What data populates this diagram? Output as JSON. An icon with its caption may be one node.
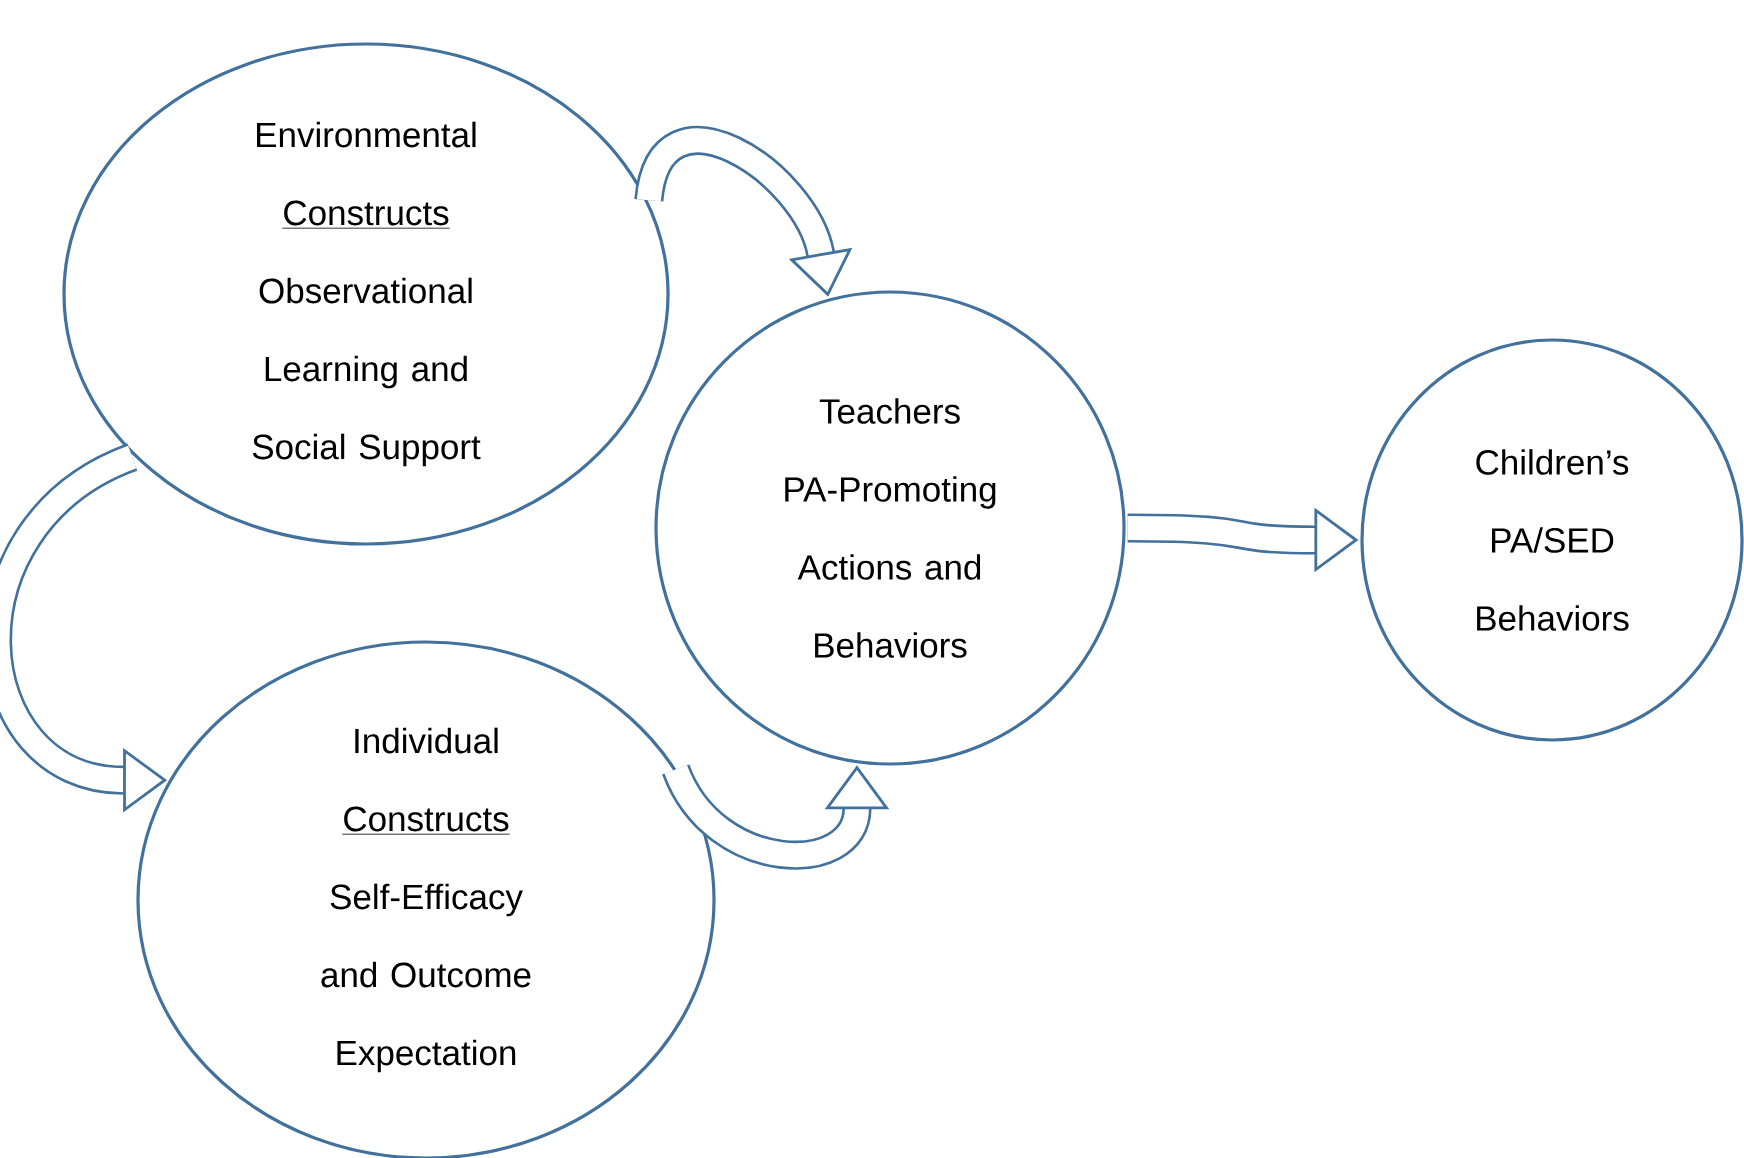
{
  "diagram": {
    "nodes": [
      {
        "text": [
          "Environmental",
          "Constructs",
          "Observational Learning and Social Support"
        ]
      },
      {
        "text": [
          "Individual",
          "Constructs",
          "Self-Efficacy and Outcome Expectation"
        ]
      },
      {
        "text": [
          "Teachers PA-Promoting Actions and Behaviors"
        ]
      },
      {
        "text": [
          "Children’s PA/SED Behaviors"
        ]
      }
    ],
    "edges": [
      {
        "from": 0,
        "to": 2,
        "arrow": "to"
      },
      {
        "from": 0,
        "to": 1,
        "arrow": "to"
      },
      {
        "from": 1,
        "to": 2,
        "arrow": "to"
      },
      {
        "from": 2,
        "to": 3,
        "arrow": "to"
      }
    ]
  }
}
